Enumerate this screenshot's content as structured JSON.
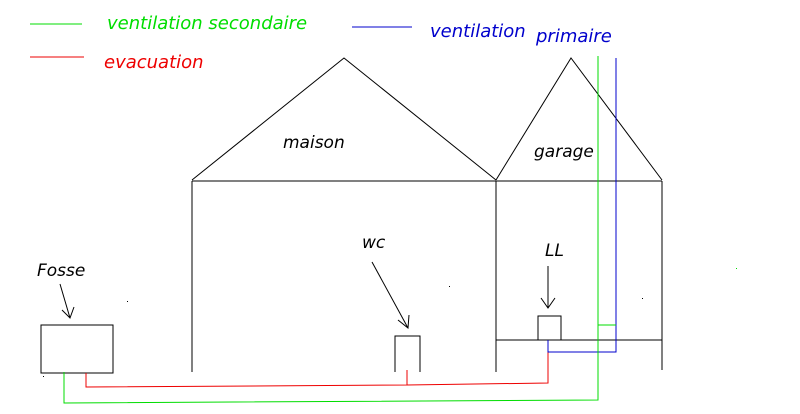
{
  "legend": {
    "secondary": {
      "label": "ventilation secondaire",
      "color": "#00dd00"
    },
    "primary": {
      "label_part1": "ventilation",
      "label_part2": "primaire",
      "color": "#0000cc"
    },
    "evacuation": {
      "label": "evacuation",
      "color": "#ee0000"
    }
  },
  "labels": {
    "maison": "maison",
    "garage": "garage",
    "wc": "wc",
    "ll": "LL",
    "fosse": "Fosse"
  },
  "colors": {
    "structure": "#000000",
    "secondary": "#00dd00",
    "primary": "#0000cc",
    "evacuation": "#ee0000"
  }
}
